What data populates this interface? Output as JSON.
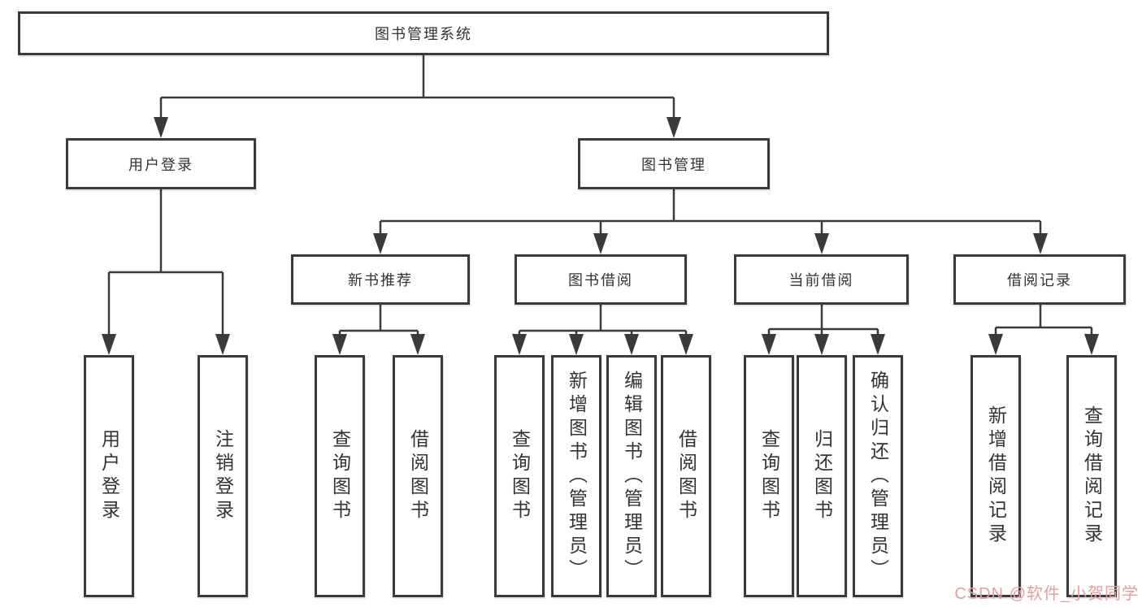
{
  "diagram_title": "图书管理系统",
  "nodes": {
    "root": "图书管理系统",
    "user_login": "用户登录",
    "book_mgmt": "图书管理",
    "new_book_rec": "新书推荐",
    "book_borrow": "图书借阅",
    "current_borrow": "当前借阅",
    "borrow_records": "借阅记录",
    "ul_login": "用户登录",
    "ul_logout": "注销登录",
    "nbr_query": "查询图书",
    "nbr_borrow": "借阅图书",
    "bb_query": "查询图书",
    "bb_add": "新增图书（管理员）",
    "bb_edit": "编辑图书（管理员）",
    "bb_borrow": "借阅图书",
    "cb_query": "查询图书",
    "cb_return": "归还图书",
    "cb_confirm": "确认归还（管理员）",
    "br_add": "新增借阅记录",
    "br_query": "查询借阅记录"
  },
  "tree": {
    "图书管理系统": {
      "用户登录": [
        "用户登录",
        "注销登录"
      ],
      "图书管理": {
        "新书推荐": [
          "查询图书",
          "借阅图书"
        ],
        "图书借阅": [
          "查询图书",
          "新增图书（管理员）",
          "编辑图书（管理员）",
          "借阅图书"
        ],
        "当前借阅": [
          "查询图书",
          "归还图书",
          "确认归还（管理员）"
        ],
        "借阅记录": [
          "新增借阅记录",
          "查询借阅记录"
        ]
      }
    }
  },
  "watermark": {
    "text": "CSDN @软件_小贺同学",
    "color": "#e59e9e"
  },
  "colors": {
    "ink": "#3a3a3a",
    "box_fill": "#ffffff",
    "background": "#ffffff"
  }
}
